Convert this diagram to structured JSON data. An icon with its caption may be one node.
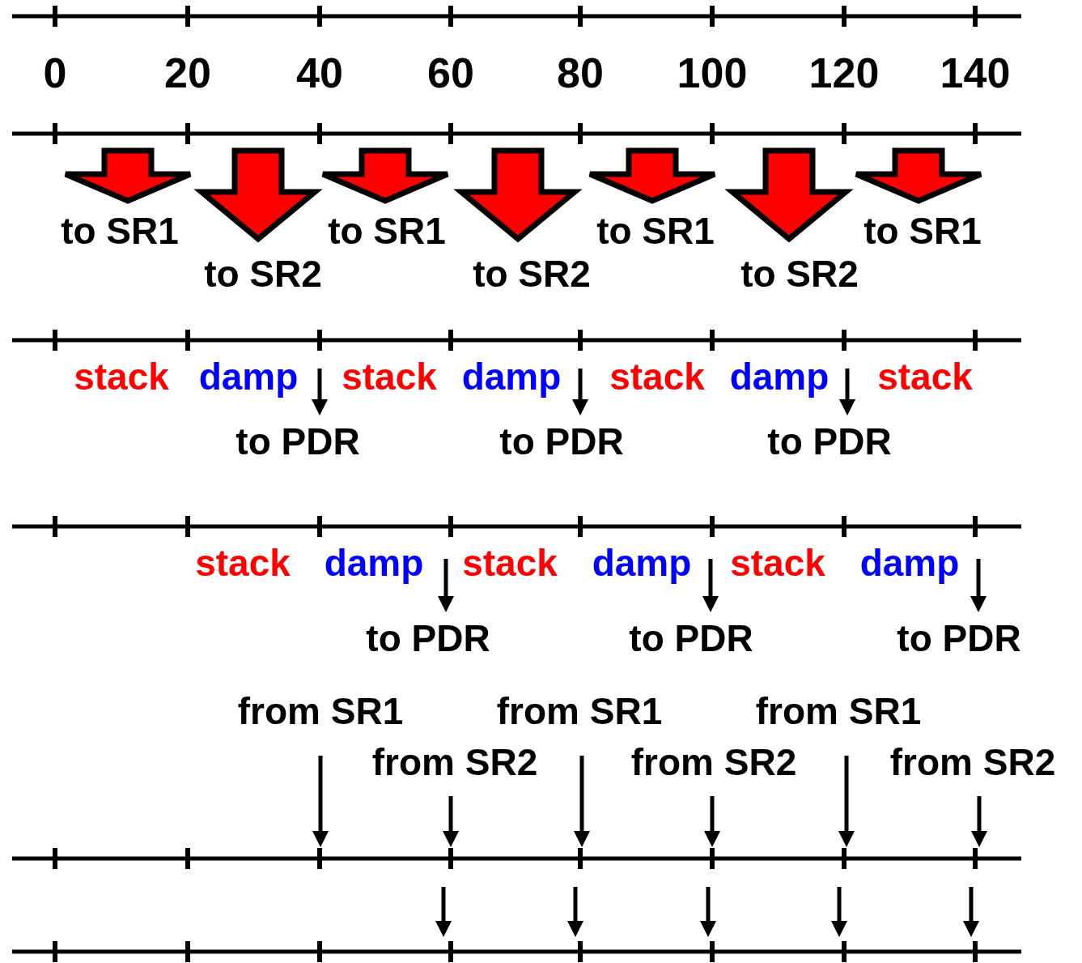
{
  "diagram": {
    "labels": [
      "0",
      "20",
      "40",
      "60",
      "80",
      "100",
      "120",
      "140",
      "to SR1",
      "to SR1",
      "to SR1",
      "to SR1",
      "to SR2",
      "to SR2",
      "to SR2",
      "stack",
      "damp",
      "stack",
      "damp",
      "stack",
      "damp",
      "stack",
      "to PDR",
      "to PDR",
      "to PDR",
      "stack",
      "damp",
      "stack",
      "damp",
      "stack",
      "damp",
      "to PDR",
      "to PDR",
      "to PDR",
      "from SR1",
      "from SR1",
      "from SR1",
      "from SR2",
      "from SR2",
      "from SR2"
    ]
  }
}
